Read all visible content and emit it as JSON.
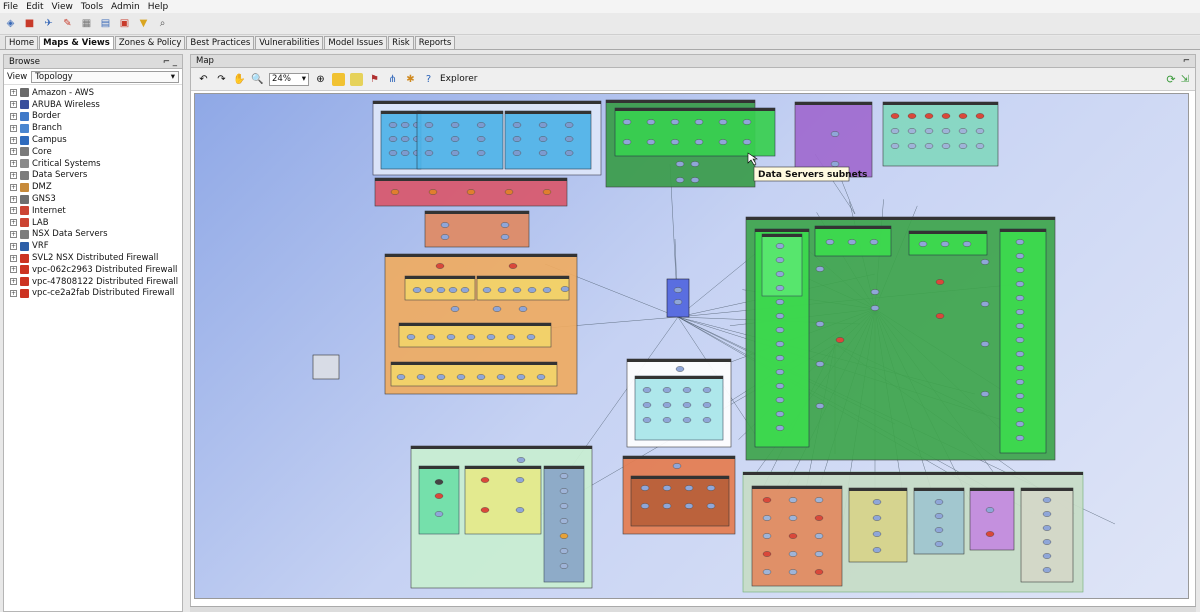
{
  "menu": {
    "items": [
      "File",
      "Edit",
      "View",
      "Tools",
      "Admin",
      "Help"
    ]
  },
  "toolbar": {
    "icons": [
      "shield-icon",
      "stop-icon",
      "plane-icon",
      "pencil-icon",
      "grid-icon",
      "document-icon",
      "briefcase-icon",
      "funnel-icon",
      "magnifier-icon"
    ]
  },
  "tabs": [
    "Home",
    "Maps & Views",
    "Zones & Policy",
    "Best Practices",
    "Vulnerabilities",
    "Model Issues",
    "Risk",
    "Reports"
  ],
  "active_tab": "Maps & Views",
  "browse": {
    "title": "Browse",
    "view_label": "View",
    "view_value": "Topology",
    "items": [
      {
        "label": "Amazon - AWS",
        "color": "#6a6a6a"
      },
      {
        "label": "ARUBA Wireless",
        "color": "#3a4f9c"
      },
      {
        "label": "Border",
        "color": "#3f79c8"
      },
      {
        "label": "Branch",
        "color": "#4a86d0"
      },
      {
        "label": "Campus",
        "color": "#2f6bbd"
      },
      {
        "label": "Core",
        "color": "#7a7a7a"
      },
      {
        "label": "Critical Systems",
        "color": "#8a8a8a"
      },
      {
        "label": "Data Servers",
        "color": "#7c7c7c"
      },
      {
        "label": "DMZ",
        "color": "#c78a3a"
      },
      {
        "label": "GNS3",
        "color": "#6f6f6f"
      },
      {
        "label": "Internet",
        "color": "#cc4433"
      },
      {
        "label": "LAB",
        "color": "#cc4433"
      },
      {
        "label": "NSX Data Servers",
        "color": "#7c7c7c"
      },
      {
        "label": "VRF",
        "color": "#2d5fa8"
      },
      {
        "label": "SVL2 NSX Distributed Firewall",
        "color": "#cc3322"
      },
      {
        "label": "vpc-062c2963 Distributed Firewall",
        "color": "#cc3322"
      },
      {
        "label": "vpc-47808122 Distributed Firewall",
        "color": "#cc3322"
      },
      {
        "label": "vpc-ce2a2fab Distributed Firewall",
        "color": "#cc3322"
      }
    ]
  },
  "map": {
    "title": "Map",
    "zoom": "24%",
    "explorer_label": "Explorer",
    "tooltip": "Data Servers subnets"
  }
}
